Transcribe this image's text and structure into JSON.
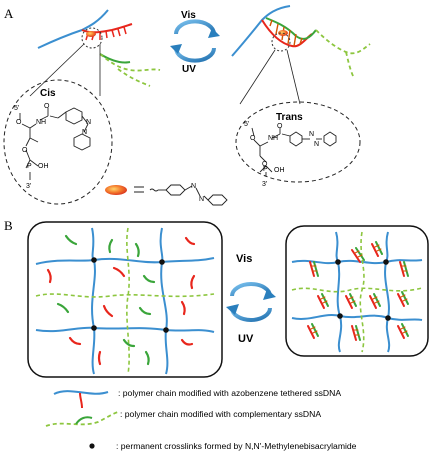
{
  "panels": {
    "a_label": "A",
    "b_label": "B"
  },
  "switch": {
    "top": "Vis",
    "bottom": "UV"
  },
  "molecule": {
    "cis_title": "Cis",
    "trans_title": "Trans",
    "five_prime": "5'",
    "three_prime": "3'",
    "nh": "NH",
    "oh": "OH",
    "p": "P",
    "o": "O",
    "n": "N"
  },
  "legend": {
    "item1": ": polymer chain modified with azobenzene tethered ssDNA",
    "item2": ": polymer chain modified with complementary ssDNA",
    "item3": ": permanent crosslinks formed by N,N'-Methylenebisacrylamide"
  },
  "colors": {
    "polymer": "#3b8fd0",
    "complementary": "#8dc63f",
    "azo_dna": "#e8261c",
    "comp_dna": "#3aa53a",
    "crosslink": "#111111",
    "arrow": "#2a7fbd"
  }
}
